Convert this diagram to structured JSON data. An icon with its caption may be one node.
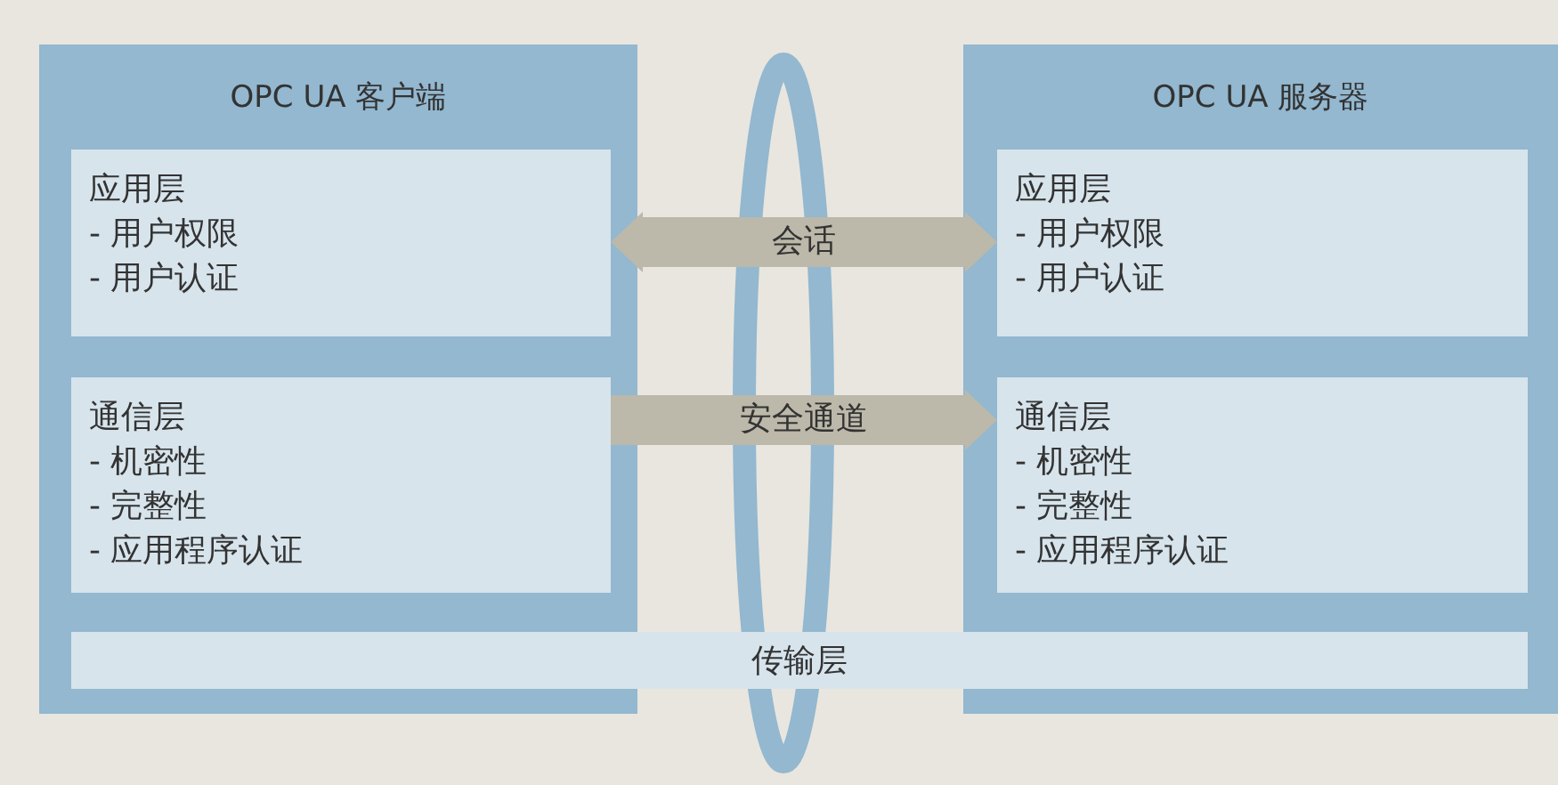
{
  "diagram": {
    "nodes": [
      {
        "text": [
          "OPC UA 客户端"
        ]
      },
      {
        "text": [
          "应用层",
          "- 用户权限",
          "- 用户认证"
        ],
        "in": 0
      },
      {
        "text": [
          "通信层",
          "- 机密性",
          "- 完整性",
          "- 应用程序认证"
        ],
        "in": 0
      },
      {
        "text": [
          "OPC UA 服务器"
        ]
      },
      {
        "text": [
          "应用层",
          "- 用户权限",
          "- 用户认证"
        ],
        "in": 3
      },
      {
        "text": [
          "通信层",
          "- 机密性",
          "- 完整性",
          "- 应用程序认证"
        ],
        "in": 3
      },
      {
        "text": [
          "传输层"
        ]
      }
    ],
    "edges": [
      {
        "from": 1,
        "to": 4,
        "arrow": "both",
        "label": "会话"
      },
      {
        "from": 2,
        "to": 5,
        "arrow": "to",
        "label": "安全通道"
      }
    ]
  }
}
